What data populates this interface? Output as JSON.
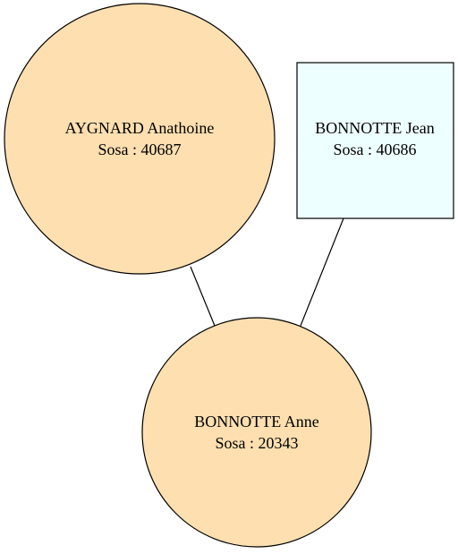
{
  "colors": {
    "female_fill": "#fddfb0",
    "male_fill": "#eeffff",
    "stroke": "#000000",
    "background": "#ffffff"
  },
  "nodes": {
    "mother": {
      "name": "AYGNARD Anathoine",
      "sosa": "Sosa : 40687",
      "shape": "circle"
    },
    "father": {
      "name": "BONNOTTE Jean",
      "sosa": "Sosa : 40686",
      "shape": "box"
    },
    "child": {
      "name": "BONNOTTE Anne",
      "sosa": "Sosa : 20343",
      "shape": "circle"
    }
  }
}
